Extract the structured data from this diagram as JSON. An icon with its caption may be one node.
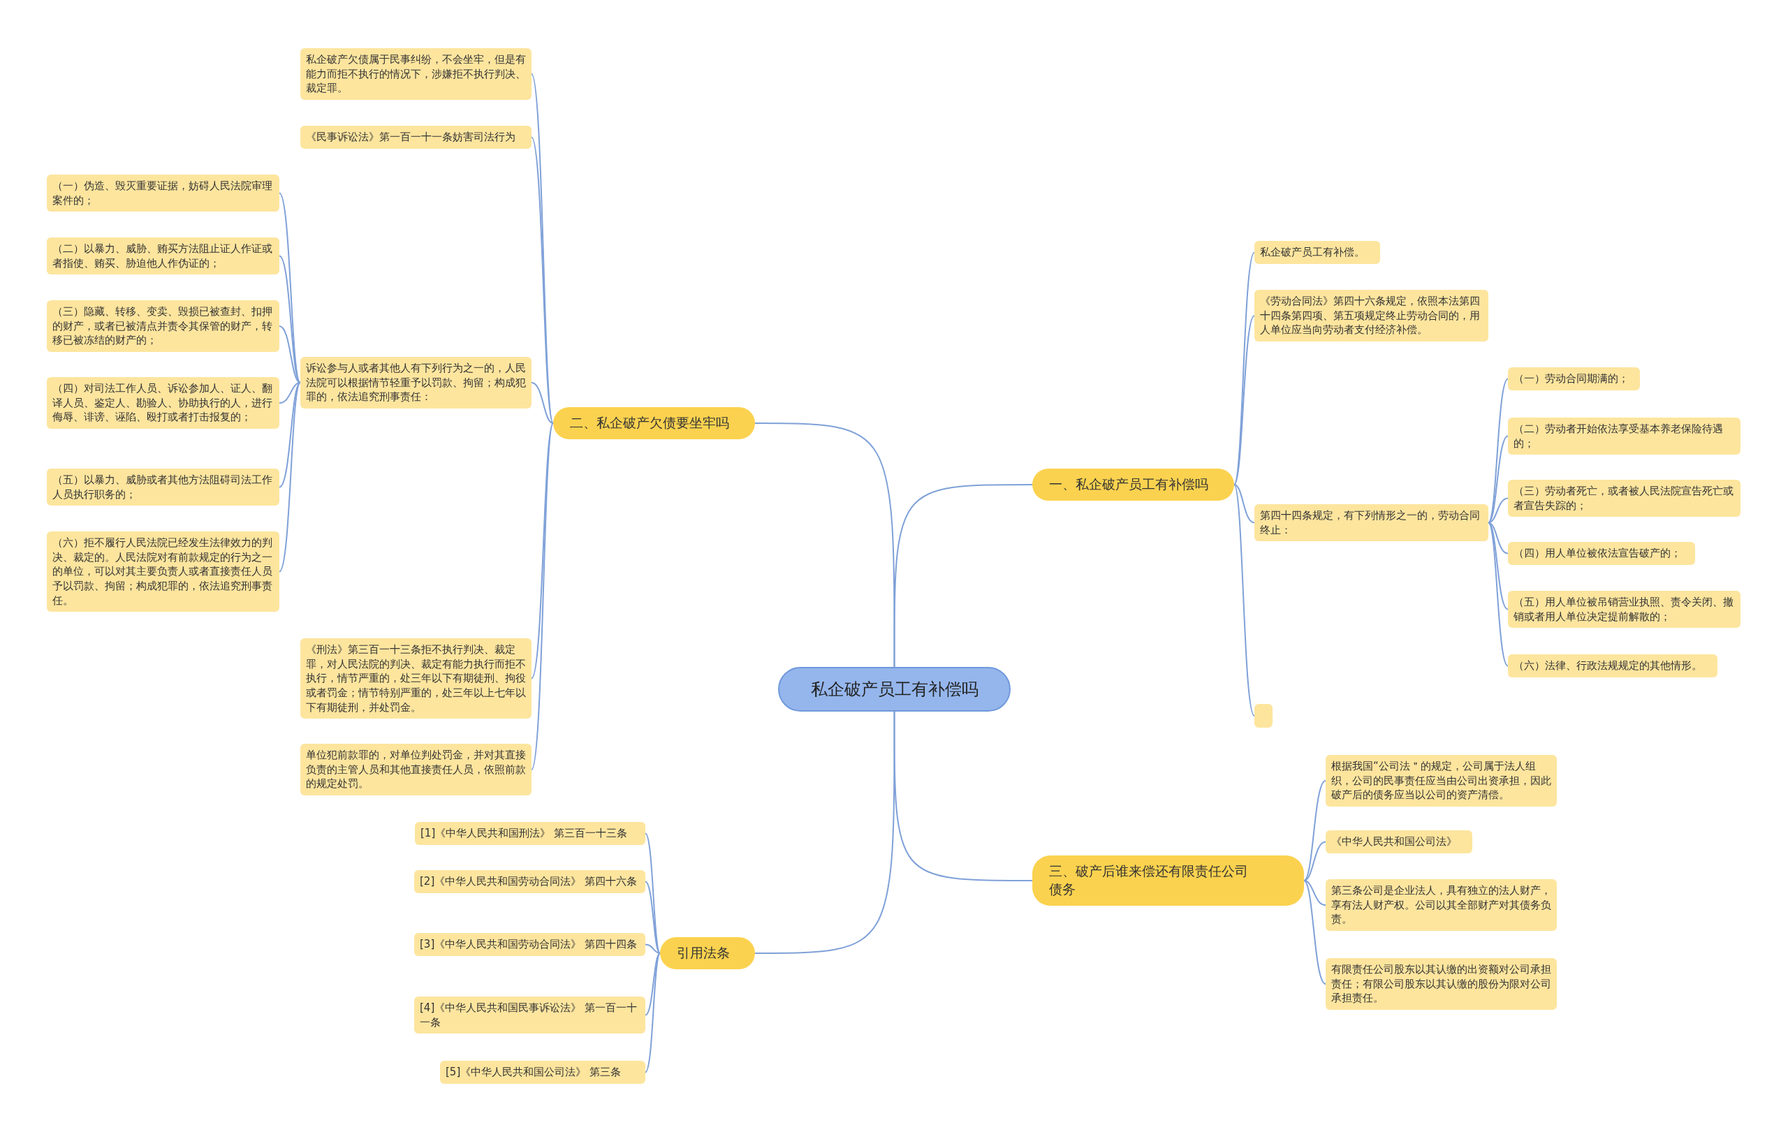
{
  "diagram": {
    "nodes": [
      {
        "text": [
          "私企破产员工有补偿吗"
        ]
      },
      {
        "text": [
          "一、私企破产员工有补偿吗"
        ]
      },
      {
        "text": [
          "私企破产员工有补偿。"
        ]
      },
      {
        "text": [
          "《劳动合同法》第四十六条规定，依照本法第四十四条第四项、第五项规定终止劳动合同的，用人单位应当向劳动者支付经济补偿。"
        ]
      },
      {
        "text": [
          "第四十四条规定，有下列情形之一的，劳动合同终止："
        ]
      },
      {
        "text": [
          "（一）劳动合同期满的；"
        ]
      },
      {
        "text": [
          "（二）劳动者开始依法享受基本养老保险待遇的；"
        ]
      },
      {
        "text": [
          "（三）劳动者死亡，或者被人民法院宣告死亡或者宣告失踪的；"
        ]
      },
      {
        "text": [
          "（四）用人单位被依法宣告破产的；"
        ]
      },
      {
        "text": [
          "（五）用人单位被吊销营业执照、责令关闭、撤销或者用人单位决定提前解散的；"
        ]
      },
      {
        "text": [
          "（六）法律、行政法规规定的其他情形。"
        ]
      },
      {
        "text": [],
        "shape": "box"
      },
      {
        "text": [
          "二、私企破产欠债要坐牢吗"
        ]
      },
      {
        "text": [
          "私企破产欠债属于民事纠纷，不会坐牢，但是有能力而拒不执行的情况下，涉嫌拒不执行判决、裁定罪。"
        ]
      },
      {
        "text": [
          "《民事诉讼法》第一百一十一条妨害司法行为"
        ]
      },
      {
        "text": [
          "诉讼参与人或者其他人有下列行为之一的，人民法院可以根据情节轻重予以罚款、拘留；构成犯罪的，依法追究刑事责任："
        ]
      },
      {
        "text": [
          "（一）伪造、毁灭重要证据，妨碍人民法院审理案件的；"
        ]
      },
      {
        "text": [
          "（二）以暴力、威胁、贿买方法阻止证人作证或者指使、贿买、胁迫他人作伪证的；"
        ]
      },
      {
        "text": [
          "（三）隐藏、转移、变卖、毁损已被查封、扣押的财产，或者已被清点并责令其保管的财产，转移已被冻结的财产的；"
        ]
      },
      {
        "text": [
          "（四）对司法工作人员、诉讼参加人、证人、翻译人员、鉴定人、勘验人、协助执行的人，进行侮辱、诽谤、诬陷、殴打或者打击报复的；"
        ]
      },
      {
        "text": [
          "（五）以暴力、威胁或者其他方法阻碍司法工作人员执行职务的；"
        ]
      },
      {
        "text": [
          "（六）拒不履行人民法院已经发生法律效力的判决、裁定的。人民法院对有前款规定的行为之一的单位，可以对其主要负责人或者直接责任人员予以罚款、拘留；构成犯罪的，依法追究刑事责任。"
        ]
      },
      {
        "text": [
          "《刑法》第三百一十三条拒不执行判决、裁定罪，对人民法院的判决、裁定有能力执行而拒不执行，情节严重的，处三年以下有期徒刑、拘役或者罚金；情节特别严重的，处三年以上七年以下有期徒刑，并处罚金。"
        ]
      },
      {
        "text": [
          "单位犯前款罪的，对单位判处罚金，并对其直接负责的主管人员和其他直接责任人员，依照前款的规定处罚。"
        ]
      },
      {
        "text": [
          "三、破产后谁来偿还有限责任公司债务"
        ]
      },
      {
        "text": [
          "根据我国“公司法＂的规定，公司属于法人组织，公司的民事责任应当由公司出资承担，因此破产后的债务应当以公司的资产清偿。"
        ]
      },
      {
        "text": [
          "《中华人民共和国公司法》"
        ]
      },
      {
        "text": [
          "第三条公司是企业法人，具有独立的法人财产，享有法人财产权。公司以其全部财产对其债务负责。"
        ]
      },
      {
        "text": [
          "有限责任公司股东以其认缴的出资额对公司承担责任；有限公司股东以其认缴的股份为限对公司承担责任。"
        ]
      },
      {
        "text": [
          "引用法条"
        ]
      },
      {
        "text": [
          "[1]《中华人民共和国刑法》 第三百一十三条"
        ]
      },
      {
        "text": [
          "[2]《中华人民共和国劳动合同法》 第四十六条"
        ]
      },
      {
        "text": [
          "[3]《中华人民共和国劳动合同法》 第四十四条"
        ]
      },
      {
        "text": [
          "[4]《中华人民共和国民事诉讼法》 第一百一十一条"
        ]
      },
      {
        "text": [
          "[5]《中华人民共和国公司法》 第三条"
        ]
      }
    ],
    "edges": [
      {
        "from": 0,
        "to": 1,
        "arrow": "none"
      },
      {
        "from": 1,
        "to": 2,
        "arrow": "none"
      },
      {
        "from": 1,
        "to": 3,
        "arrow": "none"
      },
      {
        "from": 1,
        "to": 4,
        "arrow": "none"
      },
      {
        "from": 4,
        "to": 5,
        "arrow": "none"
      },
      {
        "from": 4,
        "to": 6,
        "arrow": "none"
      },
      {
        "from": 4,
        "to": 7,
        "arrow": "none"
      },
      {
        "from": 4,
        "to": 8,
        "arrow": "none"
      },
      {
        "from": 4,
        "to": 9,
        "arrow": "none"
      },
      {
        "from": 4,
        "to": 10,
        "arrow": "none"
      },
      {
        "from": 1,
        "to": 11,
        "arrow": "none"
      },
      {
        "from": 0,
        "to": 12,
        "arrow": "none"
      },
      {
        "from": 12,
        "to": 13,
        "arrow": "none"
      },
      {
        "from": 12,
        "to": 14,
        "arrow": "none"
      },
      {
        "from": 12,
        "to": 15,
        "arrow": "none"
      },
      {
        "from": 15,
        "to": 16,
        "arrow": "none"
      },
      {
        "from": 15,
        "to": 17,
        "arrow": "none"
      },
      {
        "from": 15,
        "to": 18,
        "arrow": "none"
      },
      {
        "from": 15,
        "to": 19,
        "arrow": "none"
      },
      {
        "from": 15,
        "to": 20,
        "arrow": "none"
      },
      {
        "from": 15,
        "to": 21,
        "arrow": "none"
      },
      {
        "from": 12,
        "to": 22,
        "arrow": "none"
      },
      {
        "from": 12,
        "to": 23,
        "arrow": "none"
      },
      {
        "from": 0,
        "to": 24,
        "arrow": "none"
      },
      {
        "from": 24,
        "to": 25,
        "arrow": "none"
      },
      {
        "from": 24,
        "to": 26,
        "arrow": "none"
      },
      {
        "from": 24,
        "to": 27,
        "arrow": "none"
      },
      {
        "from": 24,
        "to": 28,
        "arrow": "none"
      },
      {
        "from": 0,
        "to": 29,
        "arrow": "none"
      },
      {
        "from": 29,
        "to": 30,
        "arrow": "none"
      },
      {
        "from": 29,
        "to": 31,
        "arrow": "none"
      },
      {
        "from": 29,
        "to": 32,
        "arrow": "none"
      },
      {
        "from": 29,
        "to": 33,
        "arrow": "none"
      },
      {
        "from": 29,
        "to": 34,
        "arrow": "none"
      }
    ]
  }
}
